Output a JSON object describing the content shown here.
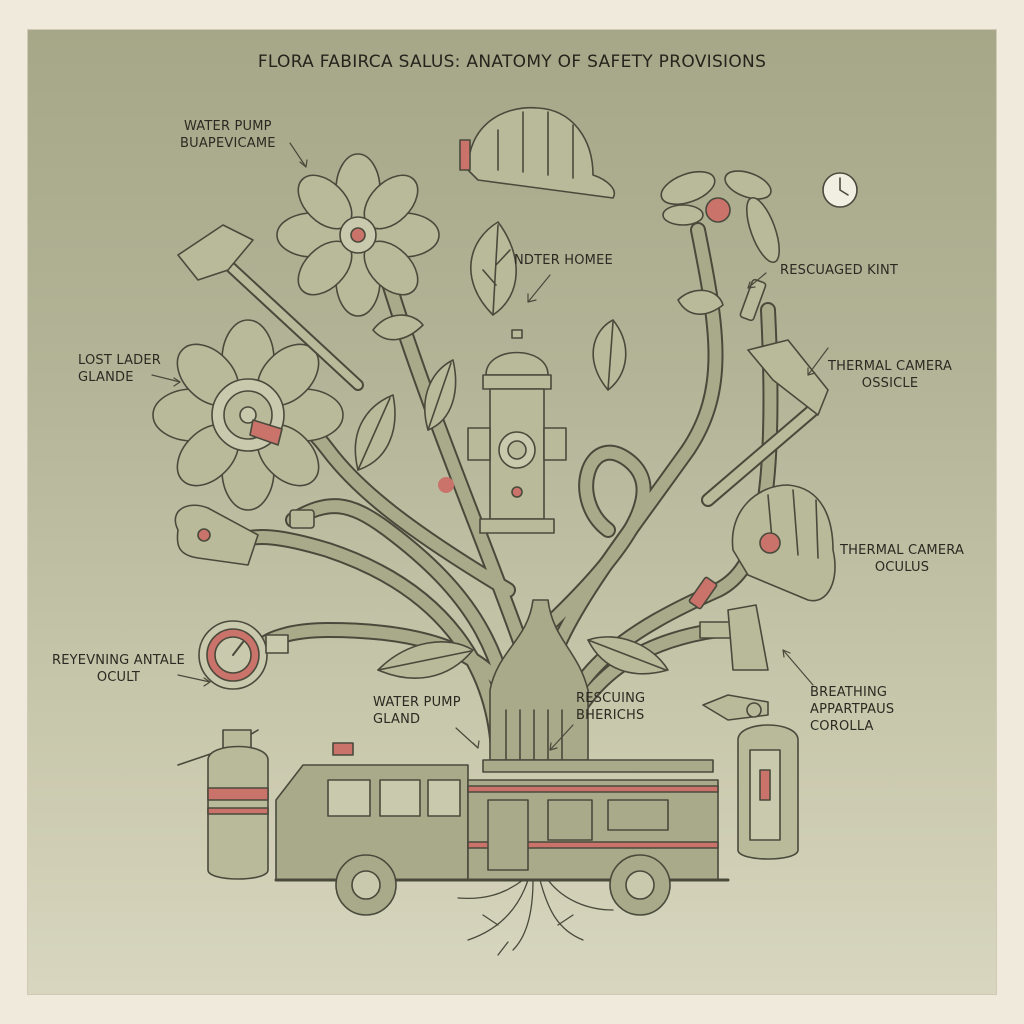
{
  "title": "FLORA FABIRCA SALUS:  ANATOMY OF SAFETY PROVISIONS",
  "labels": {
    "water_pump_top": [
      "WATER PUMP",
      "BUAPEVICAME"
    ],
    "ndter_homee": [
      "NDTER HOMEE"
    ],
    "rescuaged_kint": [
      "RESCUAGED KINT"
    ],
    "lost_lader_glande": [
      "LOST LADER",
      "GLANDE"
    ],
    "thermal_camera_ossicle": [
      "THERMAL CAMERA",
      "OSSICLE"
    ],
    "thermal_camera_oculus": [
      "THERMAL CAMERA",
      "OCULUS"
    ],
    "reyevning_antale_ocult": [
      "REYEVNING ANTALE",
      "OCULT"
    ],
    "water_pump_gland": [
      "WATER PUMP",
      "GLAND"
    ],
    "rescuing_bherichs": [
      "RESCUING",
      "BHERICHS"
    ],
    "breathing_apparatus_corolla": [
      "BREATHING",
      "APPARTPAUS",
      "COROLLA"
    ]
  },
  "colors": {
    "ink": "#4a4a3c",
    "stem": "#a9aa8a",
    "leaf": "#b8ba9a",
    "accent_red": "#c9736a",
    "background": "#efeadb"
  },
  "icons": [
    "flower-icon",
    "helmet-icon",
    "axe-icon",
    "hydrant-icon",
    "hose-nozzle-icon",
    "pressure-gauge-icon",
    "fire-truck-icon",
    "fire-extinguisher-icon",
    "leaf-icon",
    "roots-icon"
  ]
}
